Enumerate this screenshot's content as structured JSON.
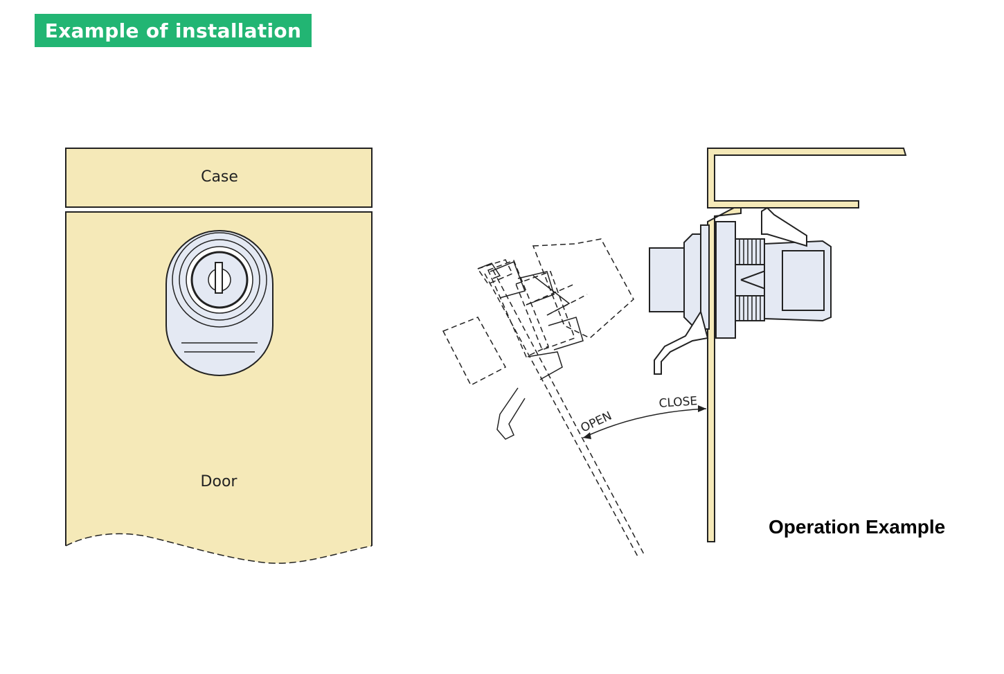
{
  "banner": {
    "title": "Example of installation"
  },
  "left_figure": {
    "case_label": "Case",
    "door_label": "Door"
  },
  "right_figure": {
    "open_label": "OPEN",
    "close_label": "CLOSE",
    "title": "Operation Example"
  },
  "colors": {
    "banner": "#22b573",
    "panel_fill": "#f5e9b8",
    "lock_fill": "#e4e9f3",
    "outline": "#222222"
  },
  "icons": [
    "cam-lock-front",
    "cam-lock-side"
  ]
}
